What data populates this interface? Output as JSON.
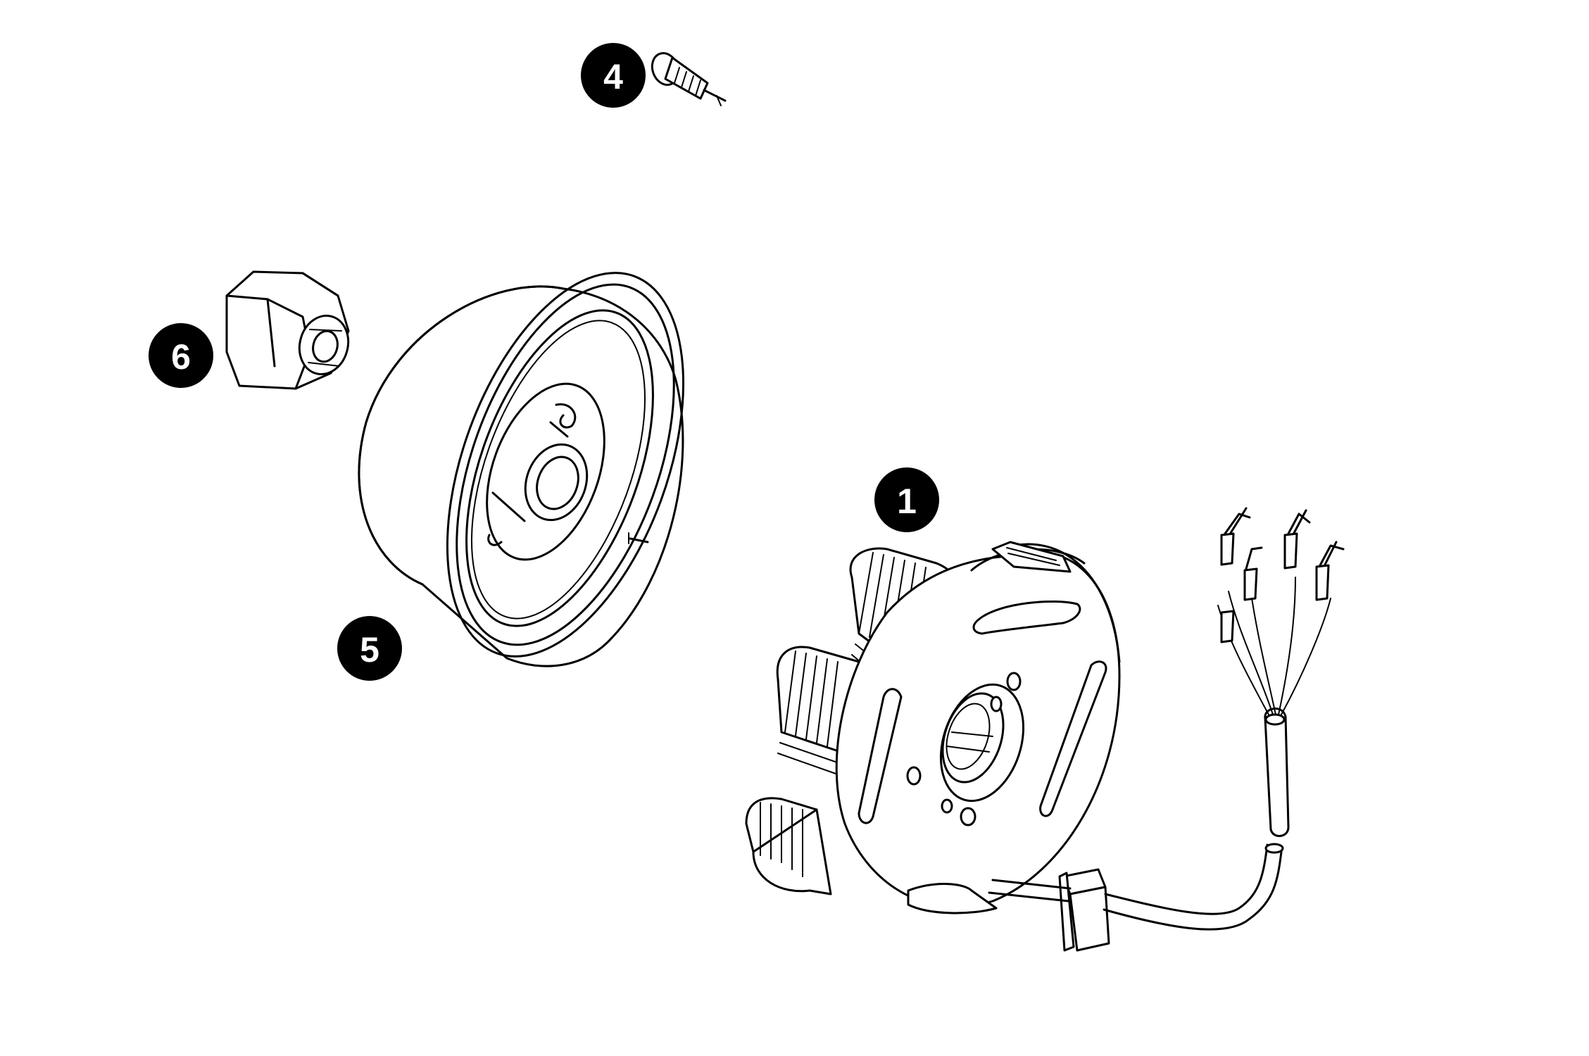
{
  "callouts": {
    "stator": "1",
    "screw": "4",
    "flywheel": "5",
    "nut": "6"
  },
  "colors": {
    "line": "#000000",
    "background": "#ffffff",
    "callout_fill": "#000000",
    "callout_text": "#ffffff"
  }
}
